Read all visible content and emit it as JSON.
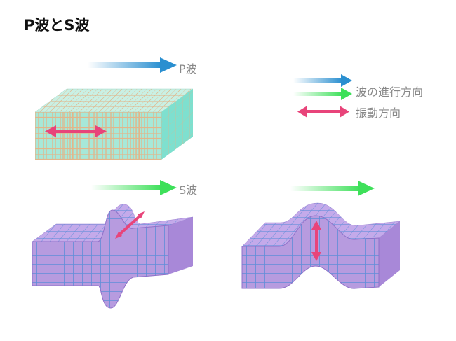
{
  "title": "P波とS波",
  "p_wave_label": "P波",
  "s_wave_label": "S波",
  "legend": {
    "propagation_label": "波の進行方向",
    "vibration_label": "振動方向"
  },
  "colors": {
    "p_arrow": "#2a8fd0",
    "s_arrow": "#3ee05a",
    "vibration_arrow": "#e8447a",
    "p_block": "#a7e8d8",
    "s_block": "#b79bdf",
    "grid_p": "#e2b58a",
    "grid_s": "#5f8ed8"
  }
}
